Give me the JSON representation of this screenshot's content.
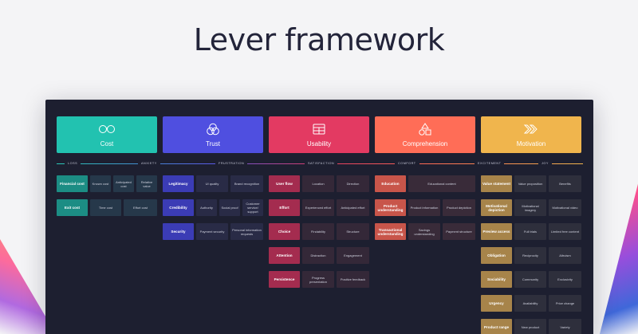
{
  "title": "Lever framework",
  "columns": [
    {
      "key": "cost",
      "label": "Cost",
      "icon": "glasses-icon",
      "color": "#22c2b0",
      "lead_color": "#1c8d84",
      "cell_color": "#26384a",
      "rows": [
        [
          "Financial cost",
          "Known cost",
          "Anticipated cost",
          "Relative value"
        ],
        [
          "Exit cost",
          "Time cost",
          "Effort cost"
        ]
      ]
    },
    {
      "key": "trust",
      "label": "Trust",
      "icon": "venn-circles-icon",
      "color": "#4f4fe0",
      "lead_color": "#3b3cb5",
      "cell_color": "#292b46",
      "rows": [
        [
          "Legitimacy",
          "UI quality",
          "Brand recognition"
        ],
        [
          "Credibility",
          "Authority",
          "Social proof",
          "Customer service/ support"
        ],
        [
          "Security",
          "Payment security",
          "Personal information requests"
        ]
      ]
    },
    {
      "key": "usability",
      "label": "Usability",
      "icon": "layout-grid-icon",
      "color": "#e33a62",
      "lead_color": "#a42c4f",
      "cell_color": "#342838",
      "rows": [
        [
          "User flow",
          "Location",
          "Direction"
        ],
        [
          "Effort",
          "Experienced effort",
          "Anticipated effort"
        ],
        [
          "Choice",
          "Findability",
          "Structure"
        ],
        [
          "Attention",
          "Distraction",
          "Engagement"
        ],
        [
          "Persistence",
          "Progress presentation",
          "Positive feedback"
        ]
      ]
    },
    {
      "key": "comprehension",
      "label": "Comprehension",
      "icon": "shapes-icon",
      "color": "#ff6d57",
      "lead_color": "#c8554a",
      "cell_color": "#392b39",
      "rows": [
        [
          "Education",
          "Educational content"
        ],
        [
          "Product understanding",
          "Product information",
          "Product depiction"
        ],
        [
          "Transactional understanding",
          "Savings understanding",
          "Payment structure"
        ]
      ]
    },
    {
      "key": "motivation",
      "label": "Motivation",
      "icon": "chevrons-right-icon",
      "color": "#f0b54d",
      "lead_color": "#a7844a",
      "cell_color": "#2e2f3c",
      "rows": [
        [
          "Value statement",
          "Value proposition",
          "Benefits"
        ],
        [
          "Motivational depiction",
          "Motivational imagery",
          "Motivational video"
        ],
        [
          "Preview access",
          "Full trials",
          "Limited free content"
        ],
        [
          "Obligation",
          "Reciprocity",
          "Altruism"
        ],
        [
          "Sociability",
          "Community",
          "Exclusivity"
        ],
        [
          "Urgency",
          "Availability",
          "Price change"
        ],
        [
          "Product range",
          "New product",
          "Variety"
        ]
      ]
    }
  ],
  "dimensions": [
    "Loss",
    "Anxiety",
    "Frustration",
    "Satisfaction",
    "Comfort",
    "Excitement",
    "Joy"
  ]
}
